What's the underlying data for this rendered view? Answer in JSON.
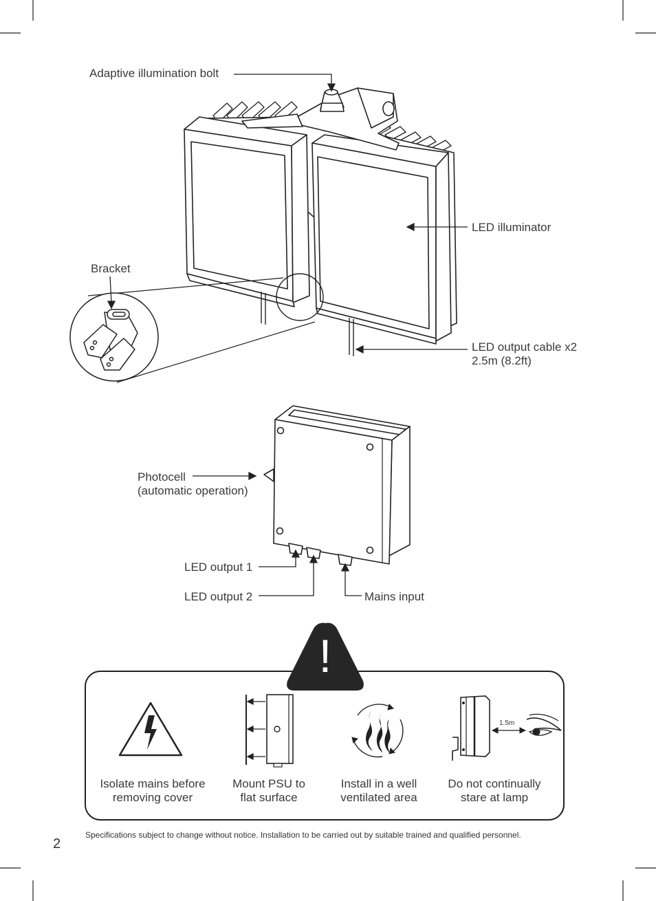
{
  "page_number": "2",
  "illuminator": {
    "bolt_label": "Adaptive illumination bolt",
    "bracket_label": "Bracket",
    "led_label": "LED illuminator",
    "cable_label_line1": "LED output cable x2",
    "cable_label_line2": "2.5m (8.2ft)"
  },
  "psu": {
    "photocell_line1": "Photocell",
    "photocell_line2": "(automatic operation)",
    "output1_label": "LED output 1",
    "output2_label": "LED output 2",
    "mains_label": "Mains input"
  },
  "warnings": {
    "exclamation": "!",
    "items": [
      {
        "icon": "high-voltage-icon",
        "line1": "Isolate mains before",
        "line2": "removing cover"
      },
      {
        "icon": "wall-mount-icon",
        "line1": "Mount PSU to",
        "line2": "flat surface"
      },
      {
        "icon": "ventilation-icon",
        "line1": "Install in a well",
        "line2": "ventilated area"
      },
      {
        "icon": "eye-distance-icon",
        "line1": "Do not continually",
        "line2": "stare at lamp",
        "distance": "1.5m"
      }
    ]
  },
  "footer": "Specifications subject to change without notice. Installation to be carried out by suitable trained and qualified personnel."
}
